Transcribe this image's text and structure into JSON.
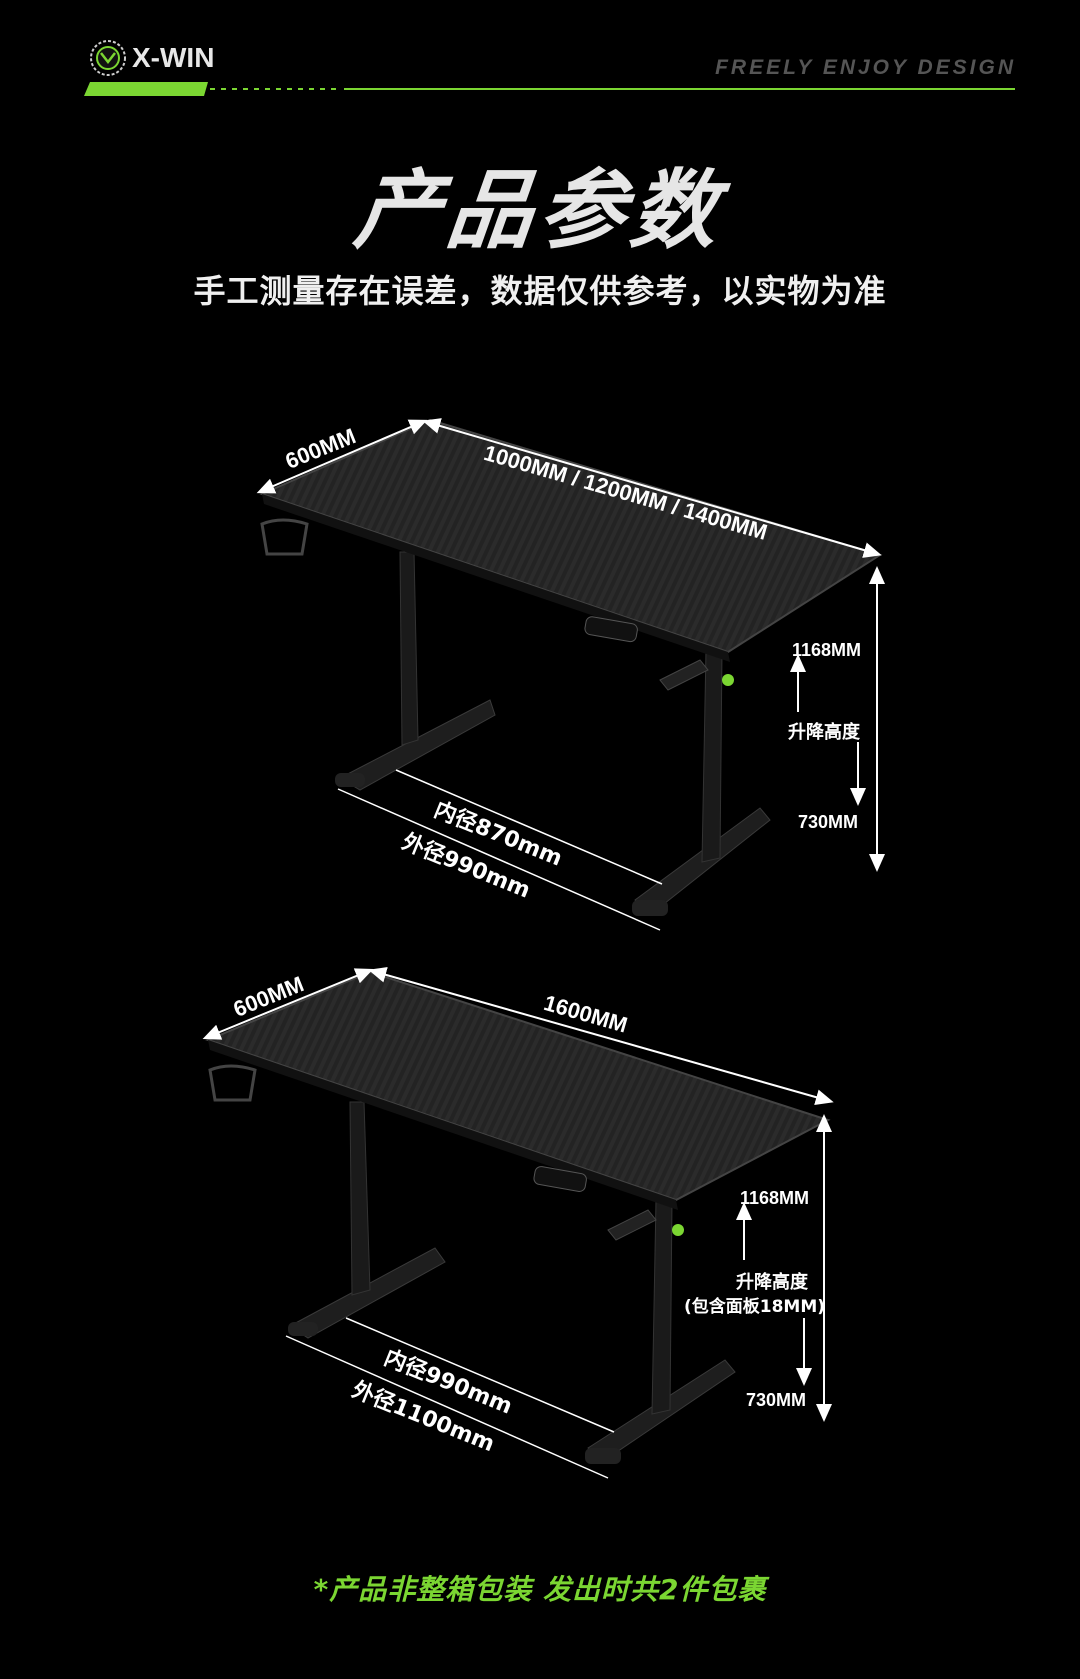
{
  "header": {
    "logo_text": "X-WIN",
    "tagline": "FREELY ENJOY DESIGN"
  },
  "title": "产品参数",
  "subtitle": "手工测量存在误差，数据仅供参考，以实物为准",
  "desk1": {
    "depth": "600MM",
    "width": "1000MM / 1200MM / 1400MM",
    "max_height": "1168MM",
    "lift_label": "升降高度",
    "min_height": "730MM",
    "inner_base": "内径870mm",
    "outer_base": "外径990mm"
  },
  "desk2": {
    "depth": "600MM",
    "width": "1600MM",
    "max_height": "1168MM",
    "lift_label": "升降高度",
    "lift_note": "(包含面板18MM)",
    "min_height": "730MM",
    "inner_base": "内径990mm",
    "outer_base": "外径1100mm"
  },
  "footer_note": "*产品非整箱包装 发出时共2件包裹",
  "colors": {
    "accent_green": "#7bd632",
    "background": "#000000",
    "desk_surface": "#2a2a2a"
  }
}
